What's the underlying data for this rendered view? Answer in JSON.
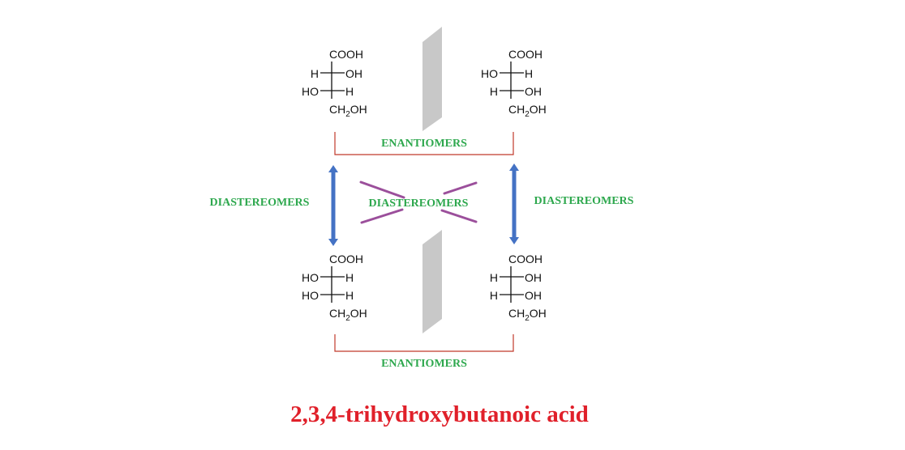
{
  "molecules": [
    {
      "top": "COOH",
      "row1_left": "H",
      "row1_right": "OH",
      "row2_left": "HO",
      "row2_right": "H",
      "bottom_main": "CH",
      "bottom_sub": "2",
      "bottom_tail": "OH"
    },
    {
      "top": "COOH",
      "row1_left": "HO",
      "row1_right": "H",
      "row2_left": "H",
      "row2_right": "OH",
      "bottom_main": "CH",
      "bottom_sub": "2",
      "bottom_tail": "OH"
    },
    {
      "top": "COOH",
      "row1_left": "HO",
      "row1_right": "H",
      "row2_left": "HO",
      "row2_right": "H",
      "bottom_main": "CH",
      "bottom_sub": "2",
      "bottom_tail": "OH"
    },
    {
      "top": "COOH",
      "row1_left": "H",
      "row1_right": "OH",
      "row2_left": "H",
      "row2_right": "OH",
      "bottom_main": "CH",
      "bottom_sub": "2",
      "bottom_tail": "OH"
    }
  ],
  "labels": {
    "enantiomers_top": "ENANTIOMERS",
    "enantiomers_bottom": "ENANTIOMERS",
    "diastereomers_left": "DIASTEREOMERS",
    "diastereomers_center": "DIASTEREOMERS",
    "diastereomers_right": "DIASTEREOMERS"
  },
  "title": "2,3,4-trihydroxybutanoic acid",
  "colors": {
    "label_green": "#2ea84e",
    "title_red": "#e0202a",
    "bracket_red": "#c0392b",
    "arrow_blue": "#4472c4",
    "cross_purple": "#9b4f9b",
    "mirror_gray": "#c8c8c8"
  }
}
